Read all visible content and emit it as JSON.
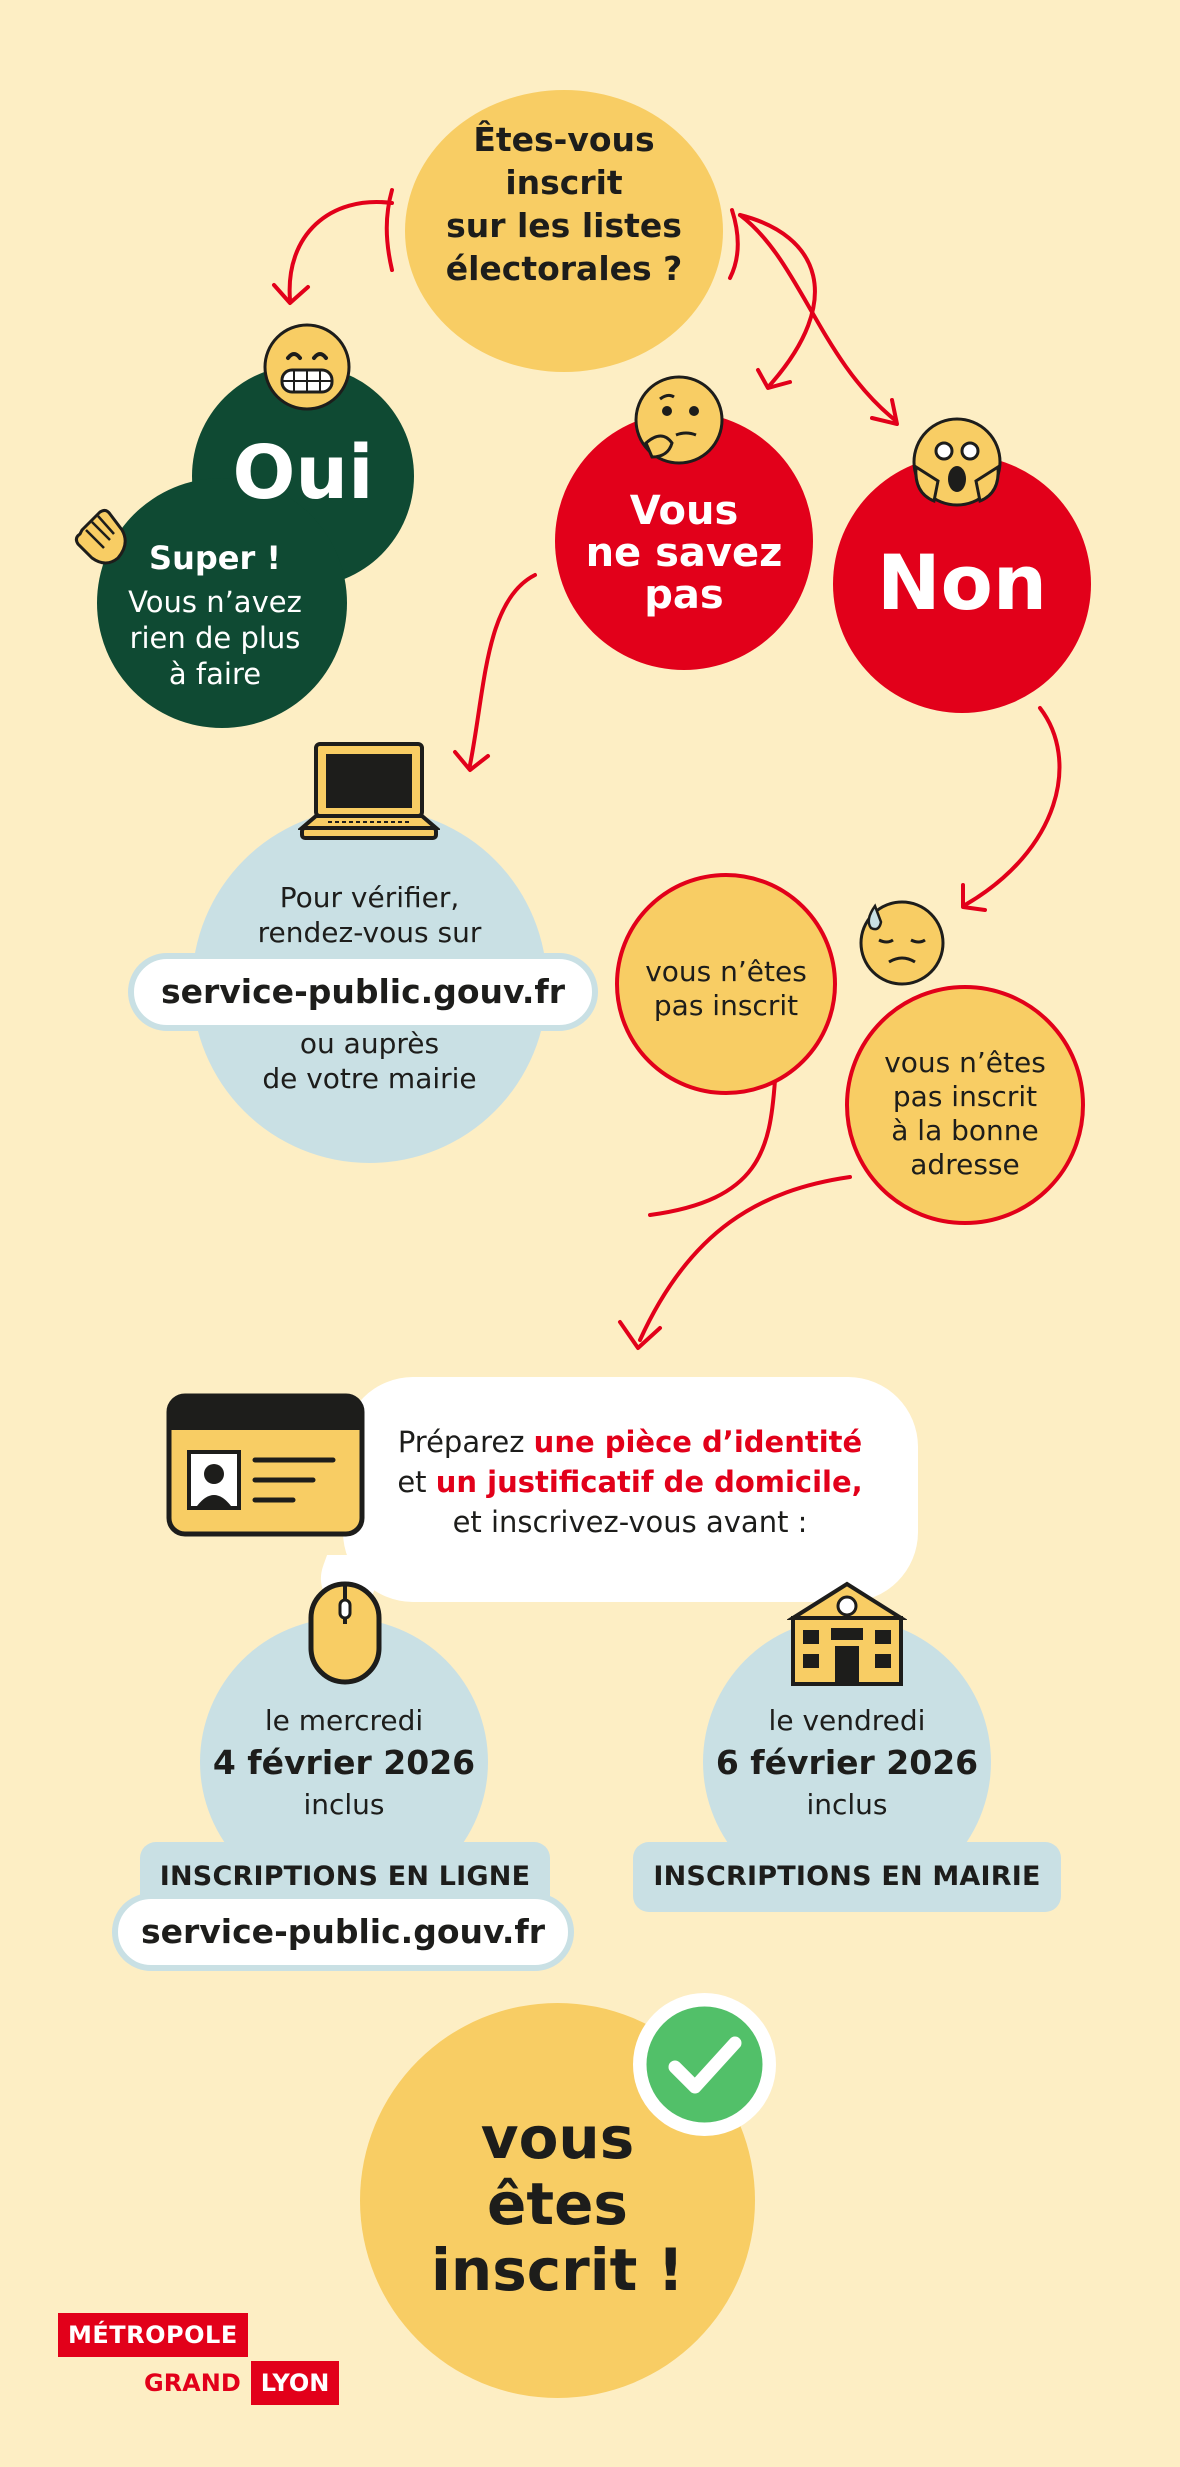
{
  "question": {
    "line1": "Êtes-vous",
    "line2": "inscrit",
    "line3": "sur les listes",
    "line4": "électorales ?"
  },
  "oui": {
    "title": "Oui",
    "super": "Super !",
    "line1": "Vous n’avez",
    "line2": "rien de plus",
    "line3": "à faire"
  },
  "nsp": {
    "line1": "Vous",
    "line2": "ne savez",
    "line3": "pas"
  },
  "non": {
    "title": "Non"
  },
  "verify": {
    "line1": "Pour vérifier,",
    "line2": "rendez-vous sur",
    "url": "service-public.gouv.fr",
    "line3": "ou auprès",
    "line4": "de votre mairie"
  },
  "not_registered": {
    "line1": "vous n’êtes",
    "line2": "pas inscrit"
  },
  "wrong_address": {
    "line1": "vous n’êtes",
    "line2": "pas inscrit",
    "line3": "à la bonne",
    "line4": "adresse"
  },
  "prepare": {
    "prefix1": "Préparez ",
    "highlight1": "une pièce d’identité",
    "prefix2": "et ",
    "highlight2": "un justificatif de domicile,",
    "line3": "et inscrivez-vous avant :"
  },
  "online": {
    "day": "le mercredi",
    "date": "4 février 2026",
    "incl": "inclus",
    "band": "INSCRIPTIONS EN LIGNE",
    "url": "service-public.gouv.fr"
  },
  "mairie": {
    "day": "le vendredi",
    "date": "6 février 2026",
    "incl": "inclus",
    "band": "INSCRIPTIONS EN MAIRIE"
  },
  "final": {
    "line1": "vous",
    "line2": "êtes",
    "line3": "inscrit !"
  },
  "logo": {
    "line1": "MÉTROPOLE",
    "line2a": "GRAND",
    "line2b": "LYON"
  },
  "colors": {
    "background": "#fdeec4",
    "yellow": "#f8cd64",
    "green": "#0f4a33",
    "red": "#e2001a",
    "light_blue": "#c9e0e4",
    "check_green": "#52c069"
  }
}
